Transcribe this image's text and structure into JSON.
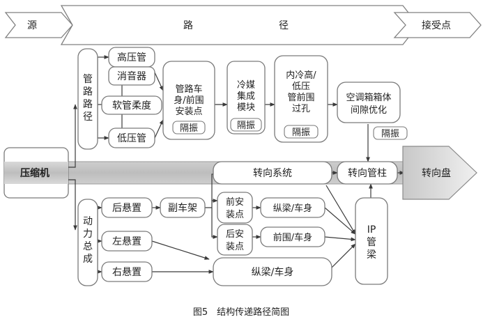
{
  "header": {
    "source": "源",
    "path_left": "路",
    "path_right": "径",
    "receiver": "接受点"
  },
  "nodes": {
    "compressor": "压缩机",
    "pipeline": [
      "管",
      "路",
      "路",
      "径"
    ],
    "powertrain": [
      "动",
      "力",
      "总",
      "成"
    ],
    "high_pressure_pipe": "高压管",
    "muffler": "消音器",
    "hose_flex": "软管柔度",
    "low_pressure_pipe": "低压管",
    "body_mount": [
      "管路车",
      "身/前围",
      "安装点"
    ],
    "body_mount_iso": "隔振",
    "refrigerant_module": [
      "冷媒",
      "集成",
      "模块"
    ],
    "refrigerant_iso": "隔振",
    "dash_passthrough": [
      "内冷高/",
      "低压",
      "管前围",
      "过孔"
    ],
    "dash_iso": "隔振",
    "hvac_gap": [
      "空调箱箱体",
      "间隙优化"
    ],
    "hvac_iso": "隔振",
    "steering_system": "转向系统",
    "steering_column": "转向管柱",
    "steering_wheel": "转向盘",
    "rear_mount": "后悬置",
    "left_mount": "左悬置",
    "right_mount": "右悬置",
    "subframe": "副车架",
    "front_mount_point": [
      "前安",
      "装点"
    ],
    "rear_mount_point": [
      "后安",
      "装点"
    ],
    "rail_body_1": "纵梁/车身",
    "dash_body": "前围/车身",
    "rail_body_2": "纵梁/车身",
    "ip_beam": [
      "IP",
      "管",
      "梁"
    ]
  },
  "caption": "图5　结构传递路径简图"
}
